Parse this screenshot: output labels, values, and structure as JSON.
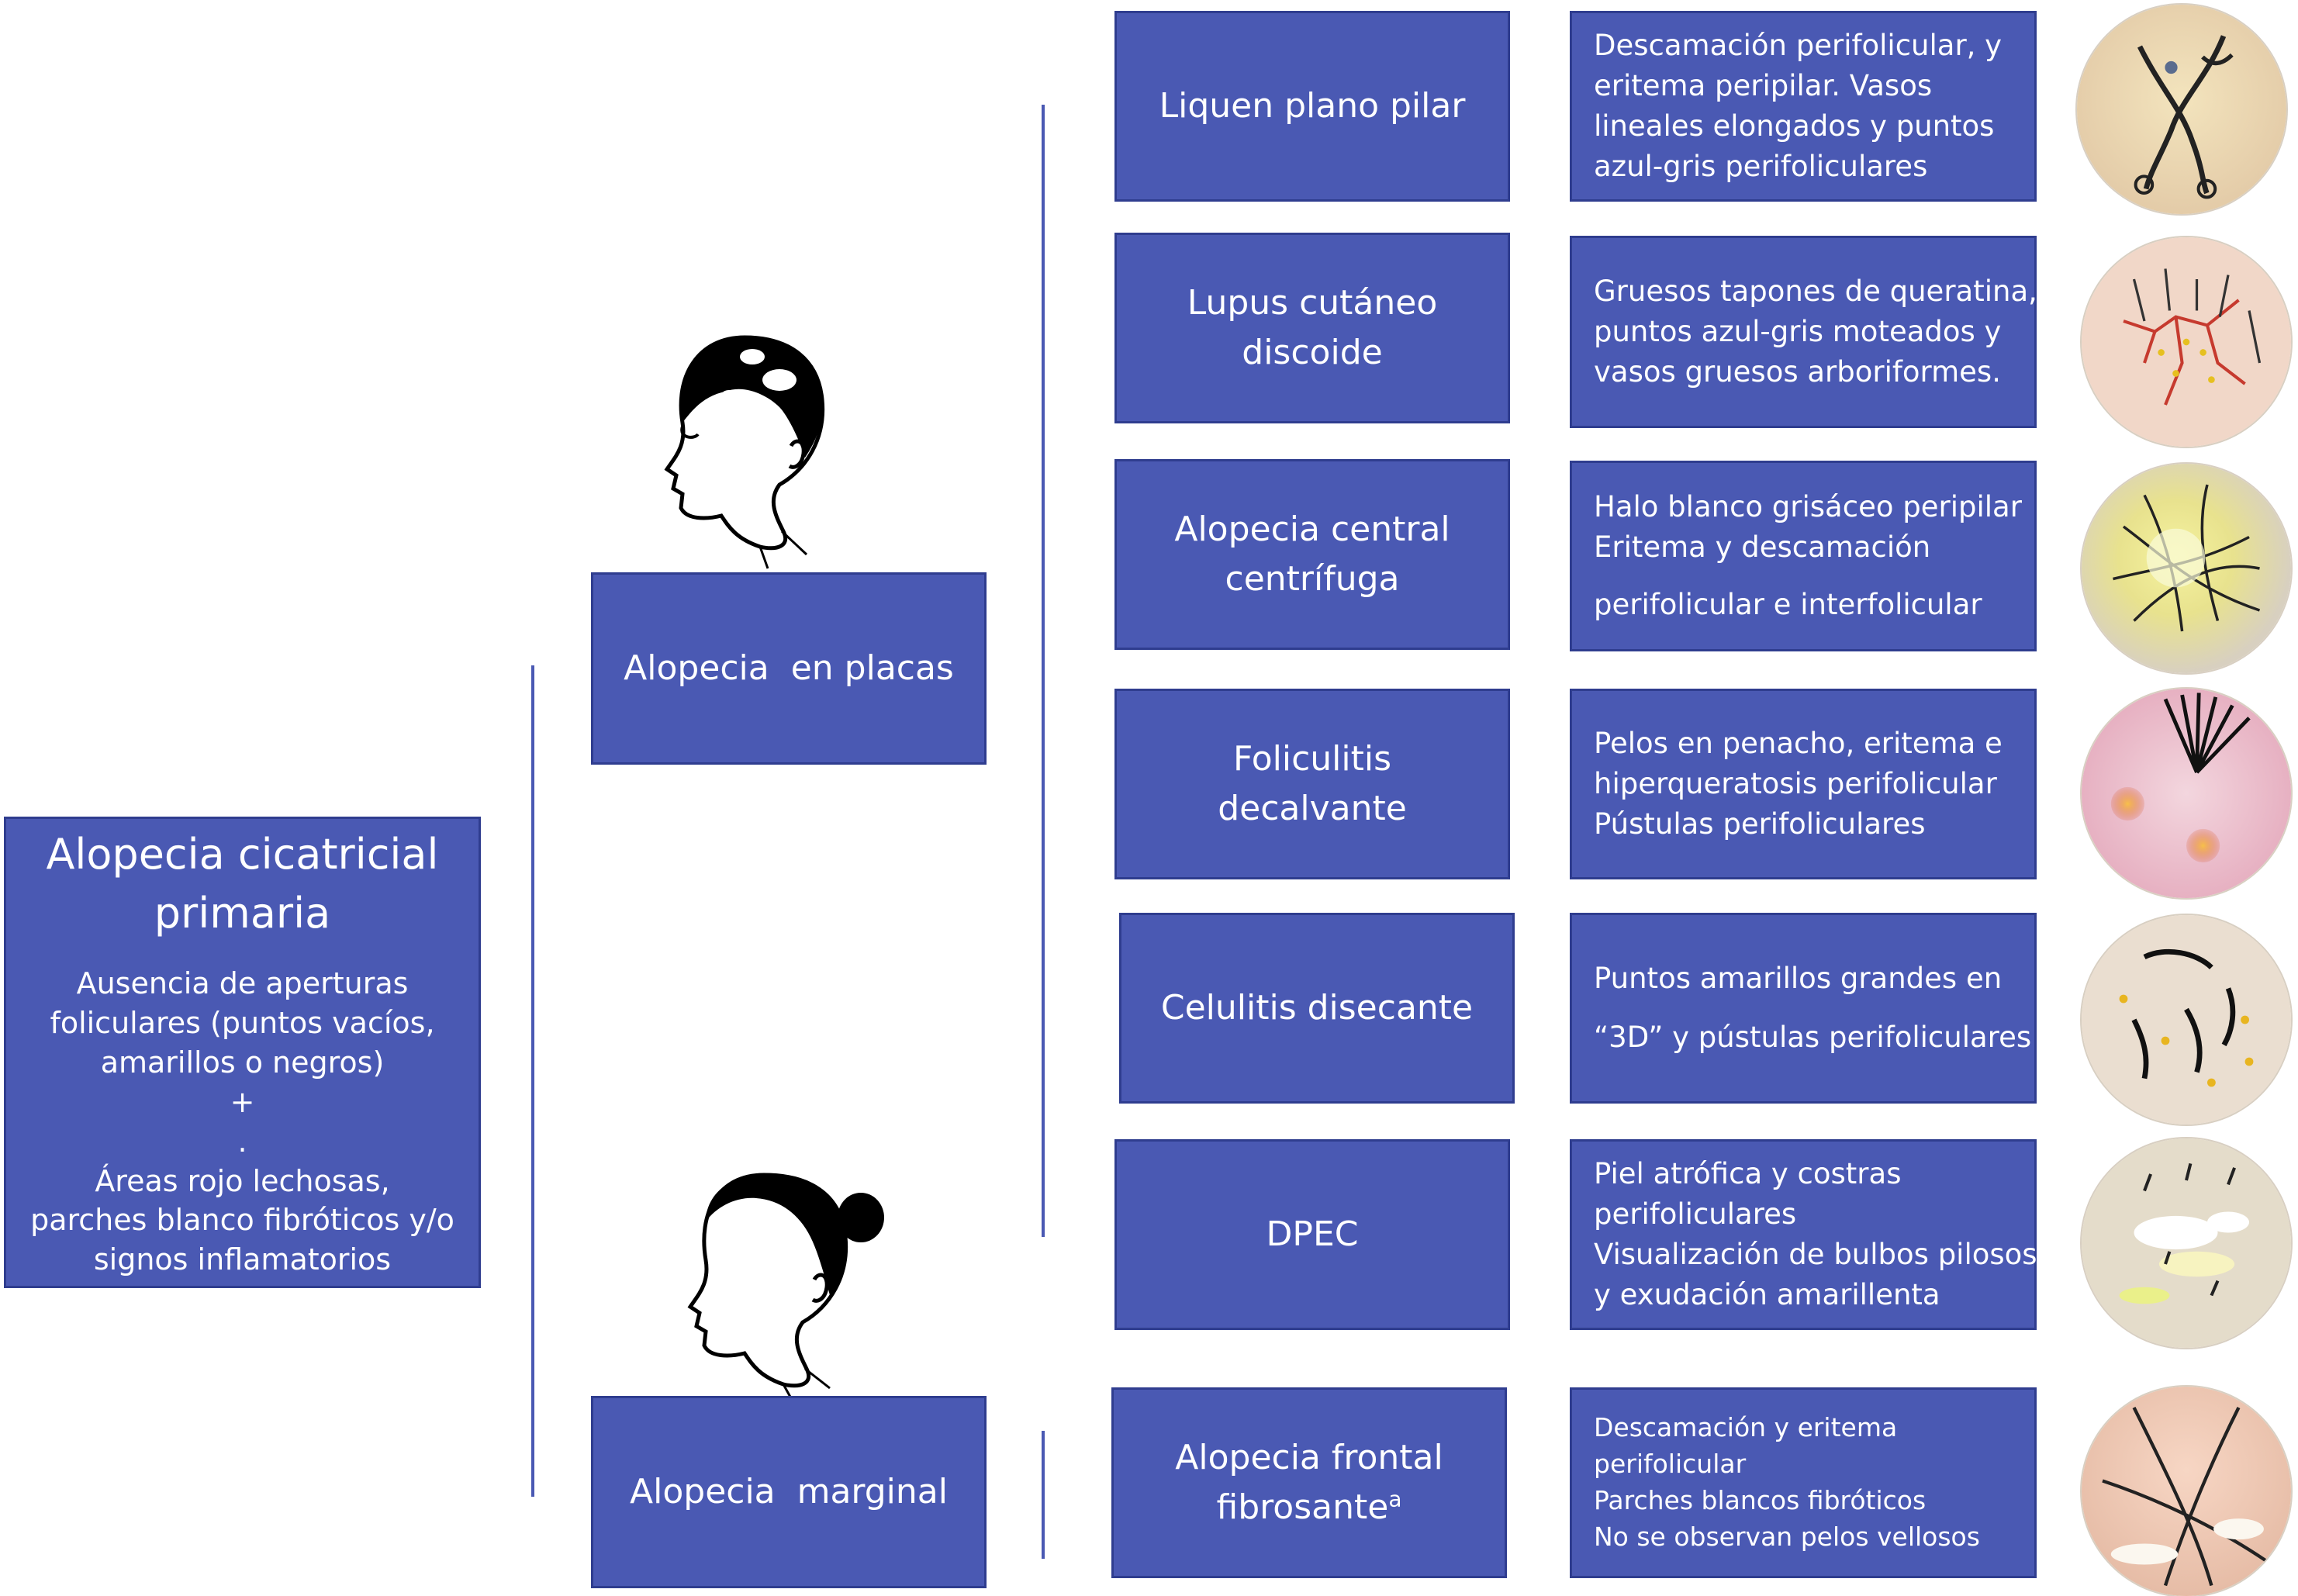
{
  "root": {
    "title_lines": [
      "Alopecia cicatricial",
      "primaria"
    ],
    "desc_lines": [
      "Ausencia de aperturas",
      "foliculares (puntos vacíos,",
      "amarillos o negros)",
      "+",
      ".",
      "Áreas rojo lechosas,",
      "parches blanco fibróticos y/o",
      "signos inflamatorios"
    ]
  },
  "categories": {
    "placas": "Alopecia  en placas",
    "marginal": "Alopecia  marginal"
  },
  "diseases": [
    {
      "lines": [
        "Liquen plano pilar"
      ],
      "desc": [
        "Descamación perifolicular, y",
        "eritema peripilar. Vasos",
        "lineales elongados y puntos",
        "azul-gris perifoliculares"
      ],
      "icon": "lpp-dermoscopy-icon"
    },
    {
      "lines": [
        "Lupus cutáneo",
        "discoide"
      ],
      "desc": [
        "Gruesos tapones de queratina,",
        "puntos azul-gris moteados  y",
        "vasos gruesos arboriformes."
      ],
      "icon": "lcd-dermoscopy-icon"
    },
    {
      "lines": [
        "Alopecia central",
        "centrífuga"
      ],
      "desc": [
        "Halo blanco grisáceo peripilar",
        "Eritema y descamación",
        "perifolicular e interfolicular"
      ],
      "icon": "acc-dermoscopy-icon"
    },
    {
      "lines": [
        "Foliculitis",
        "decalvante"
      ],
      "desc": [
        "Pelos en penacho, eritema e",
        "hiperqueratosis perifolicular",
        "Pústulas perifoliculares"
      ],
      "icon": "fd-dermoscopy-icon"
    },
    {
      "lines": [
        "Celulitis disecante"
      ],
      "desc": [
        "Puntos amarillos grandes en",
        "“3D” y pústulas perifoliculares"
      ],
      "icon": "cd-dermoscopy-icon"
    },
    {
      "lines": [
        "DPEC"
      ],
      "desc": [
        "Piel atrófica y costras",
        "perifoliculares",
        "Visualización de bulbos pilosos",
        "y exudación amarillenta"
      ],
      "icon": "dpec-dermoscopy-icon"
    },
    {
      "lines": [
        "Alopecia frontal",
        "fibrosante"
      ],
      "superscript": "a",
      "desc": [
        "Descamación y eritema",
        "perifolicular",
        "Parches blancos fibróticos",
        "No se observan  pelos vellosos"
      ],
      "icon": "aff-dermoscopy-icon"
    }
  ],
  "colors": {
    "box_fill": "#4a59b3",
    "box_border": "#2f3d8f",
    "text": "#ffffff",
    "line": "#4a59b3"
  }
}
